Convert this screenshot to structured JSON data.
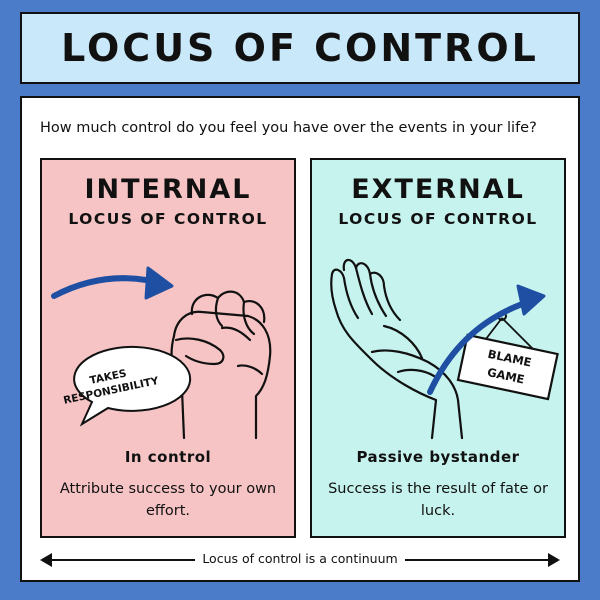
{
  "title": "LOCUS OF CONTROL",
  "question": "How much control do you feel you have over the events in your life?",
  "internal": {
    "title": "INTERNAL",
    "subtitle": "LOCUS OF CONTROL",
    "bubble_line1": "TAKES",
    "bubble_line2": "RESPONSIBILITY",
    "heading": "In control",
    "description": "Attribute success to your own effort."
  },
  "external": {
    "title": "EXTERNAL",
    "subtitle": "LOCUS OF CONTROL",
    "sign_line1": "BLAME",
    "sign_line2": "GAME",
    "heading": "Passive bystander",
    "description": "Success is the result of fate or luck."
  },
  "continuum_label": "Locus of control is a continuum",
  "colors": {
    "background": "#4a7cc9",
    "title_bar": "#c9e8f9",
    "internal_panel": "#f6c4c4",
    "external_panel": "#c6f3ee",
    "arrow": "#1f4fa3"
  },
  "icons": [
    "fist-icon",
    "open-hand-icon",
    "arrow-icon",
    "speech-bubble-icon",
    "hanging-sign-icon",
    "double-arrow-icon"
  ]
}
